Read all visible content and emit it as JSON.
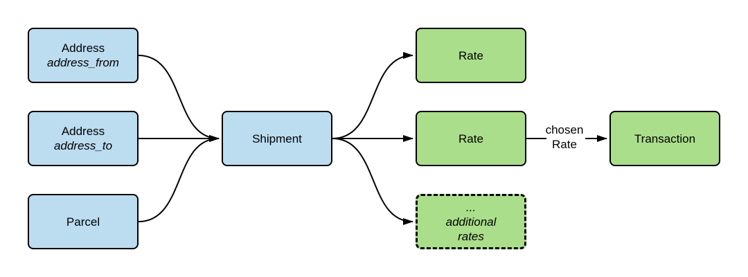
{
  "diagram": {
    "colors": {
      "background": "#ffffff",
      "node_blue": "#bcdcf0",
      "node_green": "#aade8b",
      "stroke": "#000000"
    },
    "nodes": {
      "address_from": {
        "title": "Address",
        "subtitle": "address_from"
      },
      "address_to": {
        "title": "Address",
        "subtitle": "address_to"
      },
      "parcel": {
        "title": "Parcel"
      },
      "shipment": {
        "title": "Shipment"
      },
      "rate_top": {
        "title": "Rate"
      },
      "rate_middle": {
        "title": "Rate"
      },
      "additional_rates": {
        "line1": "...",
        "line2": "additional",
        "line3": "rates"
      },
      "transaction": {
        "title": "Transaction"
      }
    },
    "edge_label": {
      "line1": "chosen",
      "line2": "Rate"
    }
  }
}
